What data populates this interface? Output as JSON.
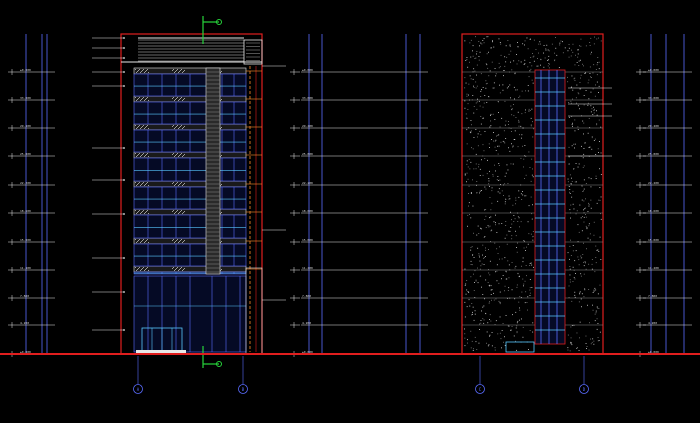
{
  "drawing": {
    "background": "#000000",
    "colors": {
      "red": "#e01e1e",
      "white": "#e8e8e8",
      "blue": "#5a6cff",
      "cyan": "#58c8ff",
      "green": "#27d43b",
      "orange": "#ff8a2a",
      "gray": "#8a8a8a",
      "label": "#d9d9d9"
    },
    "grid_bubbles": [
      "A",
      "B",
      "C",
      "D"
    ],
    "elevation_marks": [
      "±0.000",
      "4.200",
      "7.800",
      "11.400",
      "15.000",
      "18.600",
      "22.200",
      "25.800",
      "29.400",
      "33.000"
    ],
    "callouts_left": [
      "",
      "",
      "",
      "",
      "",
      "",
      "",
      "",
      "",
      "",
      ""
    ],
    "callouts_right": [
      "",
      "",
      "",
      ""
    ]
  }
}
